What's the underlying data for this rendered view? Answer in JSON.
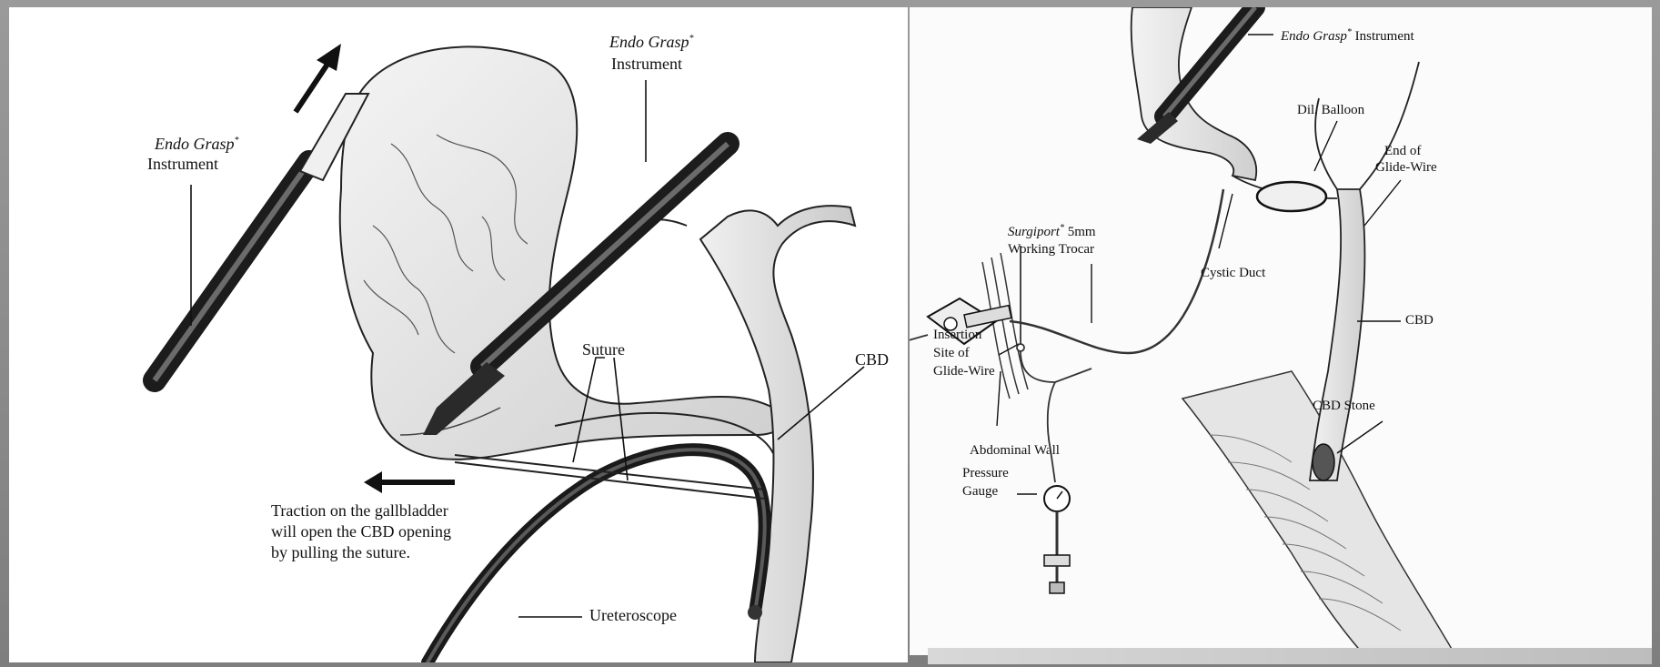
{
  "left_panel": {
    "labels": {
      "endo_grasp_left_name": "Endo Grasp",
      "endo_grasp_left_mark": "*",
      "endo_grasp_left_word": "Instrument",
      "endo_grasp_top_name": "Endo Grasp",
      "endo_grasp_top_mark": "*",
      "endo_grasp_top_word": "Instrument",
      "suture": "Suture",
      "cbd": "CBD",
      "traction_line1": "Traction on the gallbladder",
      "traction_line2": "will open the CBD opening",
      "traction_line3": "by pulling the suture.",
      "ureteroscope": "Ureteroscope"
    }
  },
  "right_panel": {
    "labels": {
      "endo_grasp_name": "Endo Grasp",
      "endo_grasp_mark": "*",
      "endo_grasp_word": "Instrument",
      "dil_balloon": "Dil. Balloon",
      "end_of_glide_wire_line1": "End of",
      "end_of_glide_wire_line2": "Glide-Wire",
      "surgiport_name": "Surgiport",
      "surgiport_mark": "*",
      "surgiport_size": "5mm",
      "working_trocar": "Working Trocar",
      "cystic_duct": "Cystic Duct",
      "cbd": "CBD",
      "insertion_line1": "Insertion",
      "insertion_line2": "Site of",
      "insertion_line3": "Glide-Wire",
      "abdominal_wall": "Abdominal Wall",
      "cbd_stone": "CBD Stone",
      "pressure_line1": "Pressure",
      "pressure_line2": "Gauge"
    }
  },
  "colors": {
    "frame": "#8a8a8a",
    "ink": "#111111",
    "tissue": "#e9e9e9"
  }
}
